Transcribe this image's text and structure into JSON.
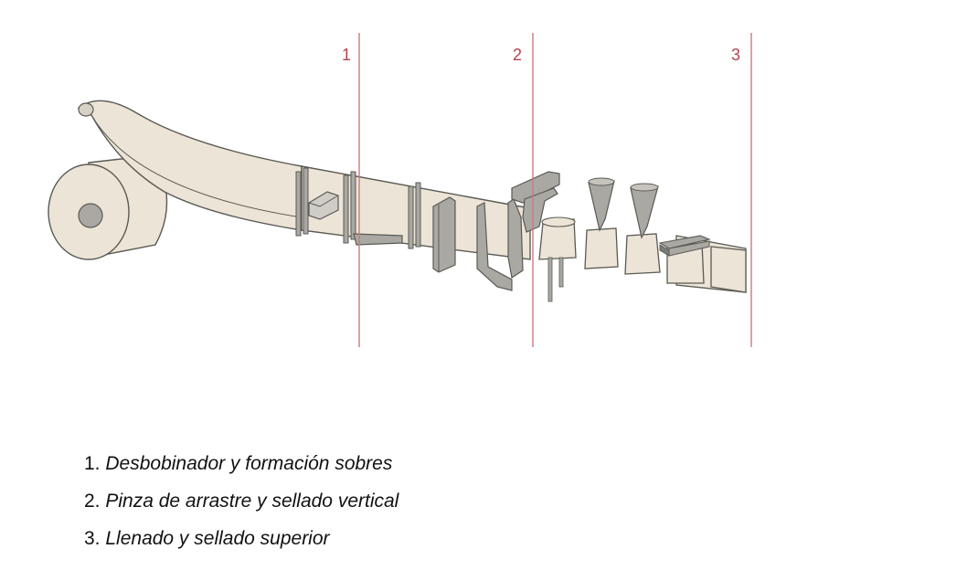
{
  "colors": {
    "film": "#ece4d6",
    "film_stroke": "#5a5a55",
    "metal": "#a9a8a2",
    "metal_dark": "#7c7b76",
    "divider": "#c87a82",
    "stage_label": "#b2434e"
  },
  "diagram": {
    "stages": [
      {
        "number": "1"
      },
      {
        "number": "2"
      },
      {
        "number": "3"
      }
    ]
  },
  "legend": [
    {
      "number": "1.",
      "text": "Desbobinador y formación sobres"
    },
    {
      "number": "2.",
      "text": "Pinza de arrastre y sellado vertical"
    },
    {
      "number": "3.",
      "text": "Llenado y sellado superior"
    }
  ]
}
